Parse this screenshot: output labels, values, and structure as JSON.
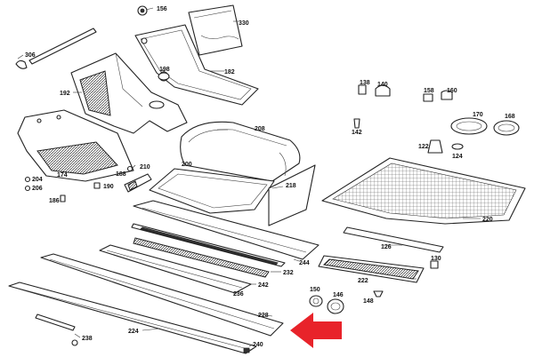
{
  "callouts": [
    {
      "id": "p156",
      "text": "156"
    },
    {
      "id": "p330",
      "text": "330"
    },
    {
      "id": "p306",
      "text": "306"
    },
    {
      "id": "p198",
      "text": "198"
    },
    {
      "id": "p182",
      "text": "182"
    },
    {
      "id": "p192",
      "text": "192"
    },
    {
      "id": "p138",
      "text": "138"
    },
    {
      "id": "p140",
      "text": "140"
    },
    {
      "id": "p158",
      "text": "158"
    },
    {
      "id": "p160",
      "text": "160"
    },
    {
      "id": "p170",
      "text": "170"
    },
    {
      "id": "p168",
      "text": "168"
    },
    {
      "id": "p142",
      "text": "142"
    },
    {
      "id": "p208",
      "text": "208"
    },
    {
      "id": "p122",
      "text": "122"
    },
    {
      "id": "p124",
      "text": "124"
    },
    {
      "id": "p174",
      "text": "174"
    },
    {
      "id": "p210",
      "text": "210"
    },
    {
      "id": "p200",
      "text": "200"
    },
    {
      "id": "p188",
      "text": "188"
    },
    {
      "id": "p204",
      "text": "204"
    },
    {
      "id": "p206",
      "text": "206"
    },
    {
      "id": "p190",
      "text": "190"
    },
    {
      "id": "p218",
      "text": "218"
    },
    {
      "id": "p186",
      "text": "186"
    },
    {
      "id": "p220",
      "text": "220"
    },
    {
      "id": "p126",
      "text": "126"
    },
    {
      "id": "p244",
      "text": "244"
    },
    {
      "id": "p232",
      "text": "232"
    },
    {
      "id": "p130",
      "text": "130"
    },
    {
      "id": "p242",
      "text": "242"
    },
    {
      "id": "p222",
      "text": "222"
    },
    {
      "id": "p236",
      "text": "236"
    },
    {
      "id": "p150",
      "text": "150"
    },
    {
      "id": "p146",
      "text": "146"
    },
    {
      "id": "p148",
      "text": "148"
    },
    {
      "id": "p228",
      "text": "228"
    },
    {
      "id": "p224",
      "text": "224"
    },
    {
      "id": "p238",
      "text": "238"
    },
    {
      "id": "p240",
      "text": "240"
    }
  ],
  "colors": {
    "arrow": "#e8232a",
    "line": "#222222"
  }
}
